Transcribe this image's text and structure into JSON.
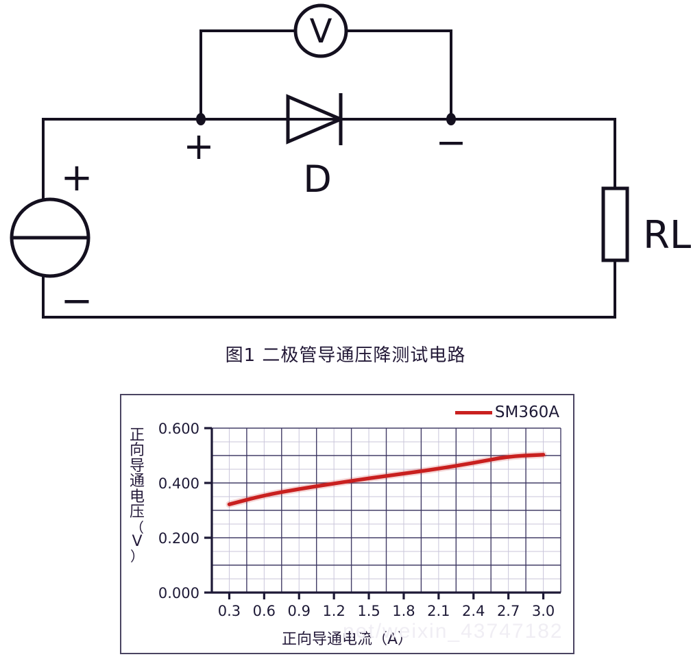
{
  "figure": {
    "caption": "图1 二极管导通压降测试电路"
  },
  "circuit": {
    "voltmeter_label": "V",
    "diode_label": "D",
    "diode_plus": "+",
    "diode_minus": "−",
    "source_plus": "+",
    "source_minus": "−",
    "load_label": "RL"
  },
  "watermark": {
    "text": "net/weixin_43747182"
  },
  "chart_data": {
    "type": "line",
    "title": "",
    "xlabel": "正向导通电流（A）",
    "ylabel": "正向导通电压（V）",
    "ylabel_chars": [
      "正",
      "向",
      "导",
      "通",
      "电",
      "压",
      "（",
      "V",
      "）"
    ],
    "legend": [
      "SM360A"
    ],
    "legend_position": "top-right",
    "series": [
      {
        "name": "SM360A",
        "color": "#c9201f",
        "x": [
          0.3,
          0.6,
          0.9,
          1.2,
          1.5,
          1.8,
          2.1,
          2.4,
          2.7,
          3.0
        ],
        "values": [
          0.322,
          0.355,
          0.378,
          0.398,
          0.417,
          0.434,
          0.452,
          0.473,
          0.497,
          0.503
        ]
      }
    ],
    "xticks": [
      "0.3",
      "0.6",
      "0.9",
      "1.2",
      "1.5",
      "1.8",
      "2.1",
      "2.4",
      "2.7",
      "3.0"
    ],
    "xtick_values": [
      0.3,
      0.6,
      0.9,
      1.2,
      1.5,
      1.8,
      2.1,
      2.4,
      2.7,
      3.0
    ],
    "yticks": [
      "0.000",
      "0.200",
      "0.400",
      "0.600"
    ],
    "ytick_values": [
      0.0,
      0.2,
      0.4,
      0.6
    ],
    "xlim": [
      0.15,
      3.15
    ],
    "ylim": [
      0.0,
      0.6
    ],
    "grid": true,
    "grid_minor_x": 20,
    "grid_minor_y": 12,
    "grid_color": "#3b3560",
    "grid_minor_color": "#c9c6da",
    "axis_color": "#1d1936"
  }
}
